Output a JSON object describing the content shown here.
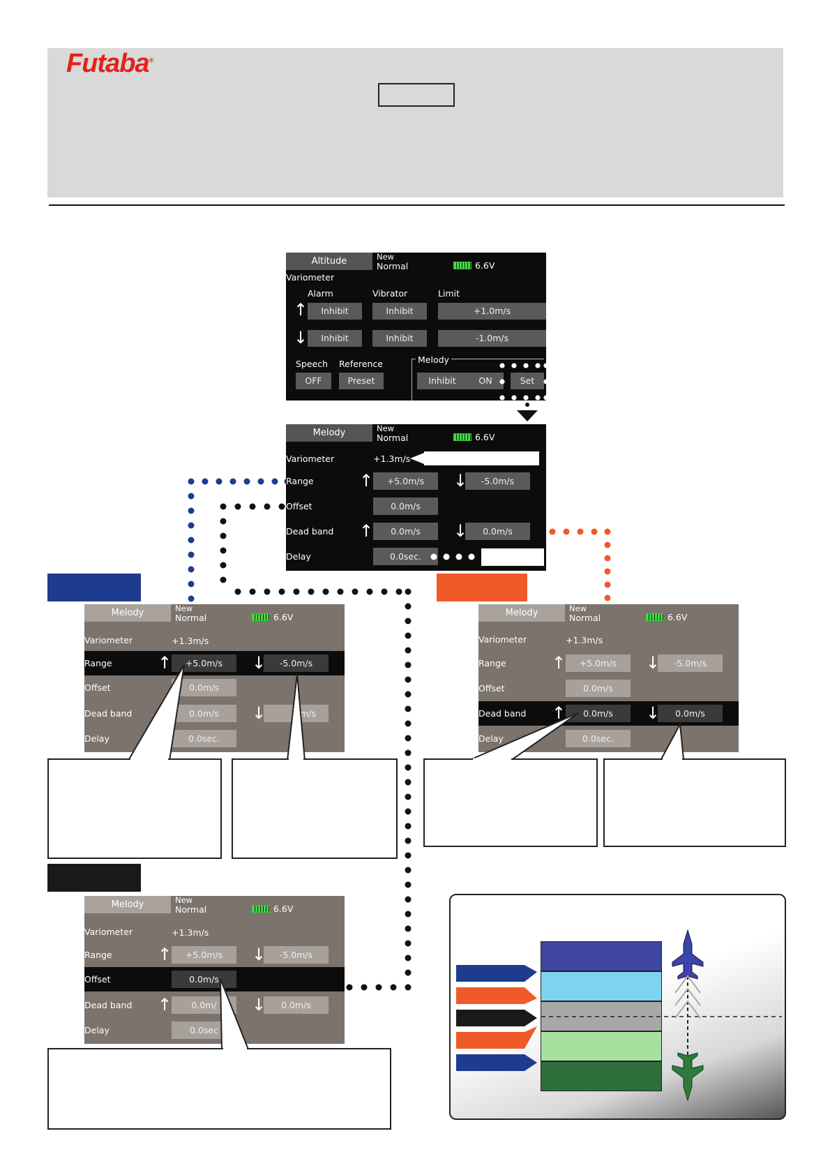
{
  "brand": {
    "logo": "Futaba",
    "reg": "®"
  },
  "colors": {
    "blue": "#1d3b8f",
    "orange": "#f05a28",
    "black": "#1a1a1a"
  },
  "screens": {
    "variometer": {
      "title": "Altitude",
      "status_line1": "New",
      "status_line2": "Normal",
      "voltage": "6.6V",
      "section": "Variometer",
      "col_alarm": "Alarm",
      "col_vibrator": "Vibrator",
      "col_limit": "Limit",
      "up_alarm": "Inhibit",
      "up_vibrator": "Inhibit",
      "up_limit": "+1.0m/s",
      "down_alarm": "Inhibit",
      "down_vibrator": "Inhibit",
      "down_limit": "-1.0m/s",
      "speech_label": "Speech",
      "speech_value": "OFF",
      "reference_label": "Reference",
      "reference_value": "Preset",
      "melody_label": "Melody",
      "melody_inhibit": "Inhibit",
      "melody_on": "ON",
      "melody_set": "Set"
    },
    "melody": {
      "title": "Melody",
      "status_line1": "New",
      "status_line2": "Normal",
      "voltage": "6.6V",
      "variometer_label": "Variometer",
      "variometer_value": "+1.3m/s",
      "range_label": "Range",
      "range_up": "+5.0m/s",
      "range_down": "-5.0m/s",
      "offset_label": "Offset",
      "offset_value": "0.0m/s",
      "deadband_label": "Dead band",
      "deadband_up": "0.0m/s",
      "deadband_down": "0.0m/s",
      "delay_label": "Delay",
      "delay_value": "0.0sec."
    },
    "range_screen": {
      "deadband_down_partial": "m/s"
    },
    "offset_screen": {
      "deadband_up_partial": "0.0m/",
      "delay_partial": "0.0sec"
    },
    "icons": {
      "up": "up-arrow-icon",
      "down": "down-arrow-icon",
      "battery": "battery-icon",
      "aircraft": "jet-aircraft-icon"
    }
  }
}
